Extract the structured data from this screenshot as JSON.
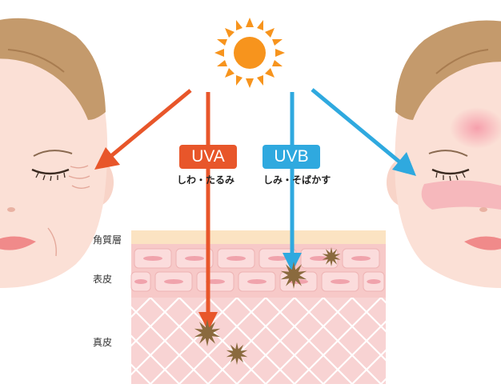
{
  "uva": {
    "label": "UVA",
    "effect": "しわ・たるみ",
    "color": "#e8562a"
  },
  "uvb": {
    "label": "UVB",
    "effect": "しみ・そばかす",
    "color": "#2fa9df"
  },
  "layers": {
    "stratum_corneum": "角質層",
    "epidermis": "表皮",
    "dermis": "真皮"
  },
  "colors": {
    "sun": "#f7941d",
    "skin": "#fbe0d6",
    "hair": "#c49a6c",
    "corneum": "#fbe3c2",
    "epidermis": "#f7c9c8",
    "dermis": "#f8d3d3",
    "damage": "#8a6a3e"
  },
  "icons": [
    "sun-icon",
    "damage-star-icon"
  ]
}
